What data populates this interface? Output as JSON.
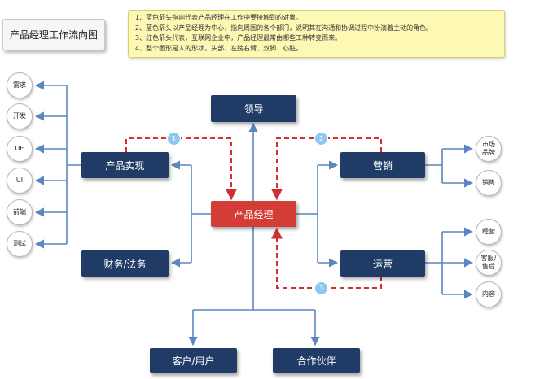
{
  "title": "产品经理工作流向图",
  "notes": [
    "1、蓝色箭头指向代表产品经理在工作中要接触到的对象。",
    "2、蓝色箭头以产品经理为中心，指向周围的各个部门，说明其在沟通和协调过程中扮演着主动的角色。",
    "3、红色箭头代表，互联网企业中，产品经理最常由哪些工种转变而来。",
    "4、整个图形是人的形状，头部、左膀右臂、双脚、心脏。"
  ],
  "nodes": {
    "leader": "领导",
    "pm": "产品经理",
    "product": "产品实现",
    "finance": "财务/法务",
    "marketing": "营销",
    "operations": "运营",
    "customer": "客户/用户",
    "partner": "合作伙伴"
  },
  "left_items": [
    "需求",
    "开发",
    "UE",
    "UI",
    "前端",
    "测试"
  ],
  "marketing_items": [
    "市场品牌",
    "销售"
  ],
  "operations_items": [
    "经营",
    "客服/售后",
    "内容"
  ],
  "badges": [
    "1",
    "2",
    "3"
  ],
  "colors": {
    "navy": "#1f3b66",
    "red": "#d43c36",
    "blue_arrow": "#5b86c0",
    "red_dash": "#d32f2f",
    "note_bg": "#fdf9b5"
  }
}
